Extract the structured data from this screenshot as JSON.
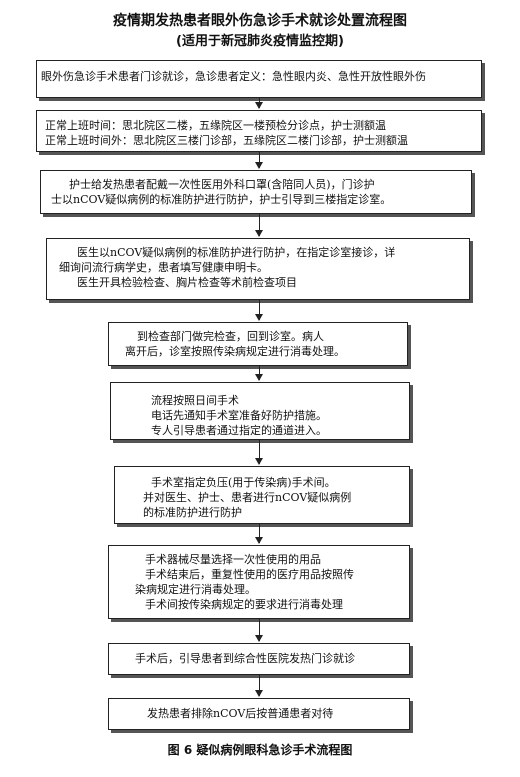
{
  "title": "疫情期发热患者眼外伤急诊手术就诊处置流程图",
  "subtitle": "(适用于新冠肺炎疫情监控期)",
  "steps": [
    {
      "lines": [
        "眼外伤急诊手术患者门诊就诊，急诊患者定义：急性眼内炎、急性开放性眼外伤"
      ]
    },
    {
      "lines": [
        "正常上班时间：思北院区二楼，五缘院区一楼预检分诊点，护士测额温",
        "正常上班时间外：思北院区三楼门诊部，五缘院区二楼门诊部，护士测额温"
      ]
    },
    {
      "lines": [
        "护士给发热患者配戴一次性医用外科口罩(含陪同人员)，门诊护",
        "士以nCOV疑似病例的标准防护进行防护，护士引导到三楼指定诊室。"
      ]
    },
    {
      "lines": [
        "医生以nCOV疑似病例的标准防护进行防护，在指定诊室接诊，详",
        "细询问流行病学史，患者填写健康申明卡。",
        "医生开具检验检查、胸片检查等术前检查项目"
      ]
    },
    {
      "lines": [
        "到检查部门做完检查，回到诊室。病人",
        "离开后，诊室按照传染病规定进行消毒处理。"
      ]
    },
    {
      "lines": [
        "流程按照日间手术",
        "电话先通知手术室准备好防护措施。",
        "专人引导患者通过指定的通道进入。"
      ]
    },
    {
      "lines": [
        "手术室指定负压(用于传染病)手术间。",
        "并对医生、护士、患者进行nCOV疑似病例",
        "的标准防护进行防护"
      ]
    },
    {
      "lines": [
        "手术器械尽量选择一次性使用的用品",
        "手术结束后，重复性使用的医疗用品按照传",
        "染病规定进行消毒处理。",
        "手术间按传染病规定的要求进行消毒处理"
      ]
    },
    {
      "lines": [
        "手术后，引导患者到综合性医院发热门诊就诊"
      ]
    },
    {
      "lines": [
        "发热患者排除nCOV后按普通患者对待"
      ]
    }
  ],
  "caption": "图 6  疑似病例眼科急诊手术流程图"
}
